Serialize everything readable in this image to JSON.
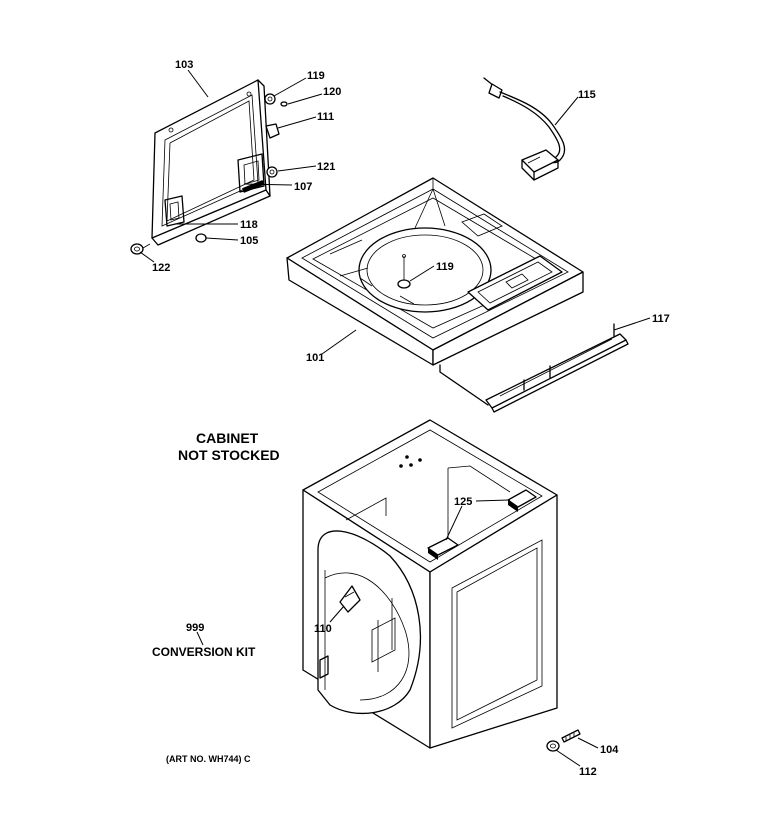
{
  "labels": {
    "p103": "103",
    "p119a": "119",
    "p120": "120",
    "p111": "111",
    "p121": "121",
    "p107": "107",
    "p118": "118",
    "p105": "105",
    "p122": "122",
    "p115": "115",
    "p119b": "119",
    "p117": "117",
    "p101": "101",
    "p125": "125",
    "p110": "110",
    "p104": "104",
    "p112": "112",
    "p999": "999"
  },
  "captions": {
    "cabinet_line1": "CABINET",
    "cabinet_line2": "NOT STOCKED",
    "conversion_kit": "CONVERSION KIT",
    "art_no": "(ART NO. WH744) C"
  }
}
